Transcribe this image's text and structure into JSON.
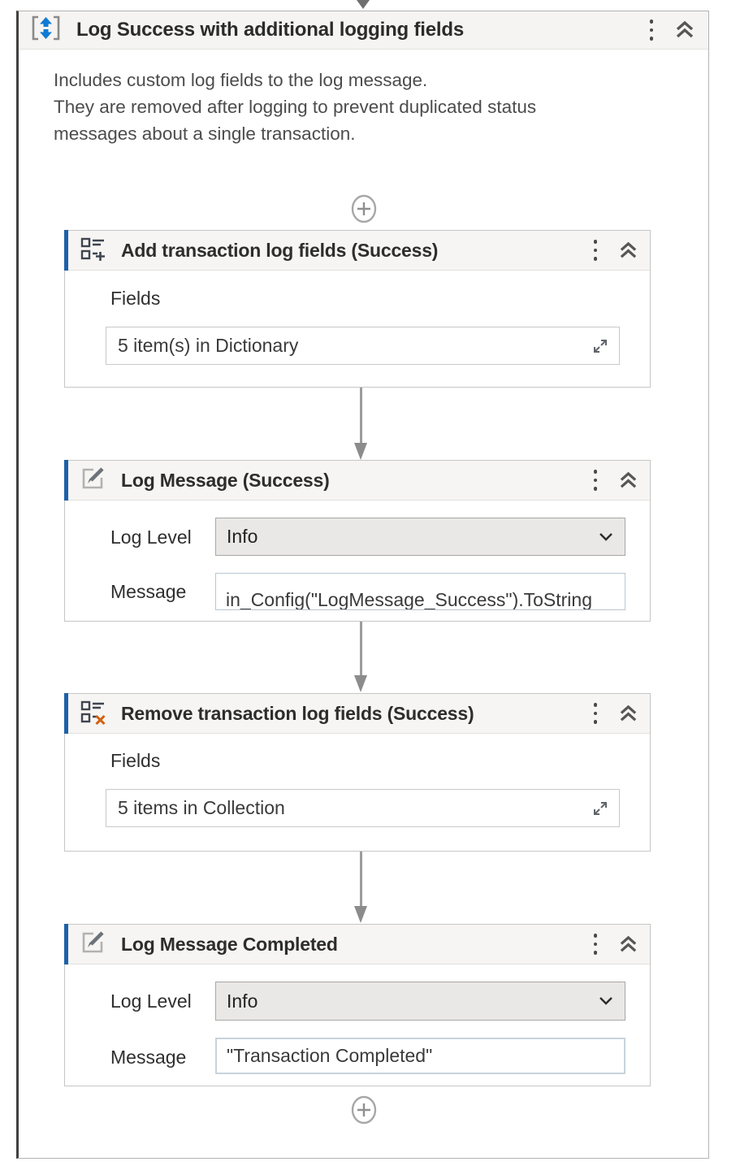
{
  "sequence": {
    "title": "Log Success with additional logging fields",
    "annotation": {
      "line1": "Includes custom log fields to the log message.",
      "line2": "They are removed after logging to prevent duplicated status messages about a single transaction."
    }
  },
  "cards": {
    "add_fields": {
      "title": "Add transaction log fields (Success)",
      "fields_label": "Fields",
      "fields_value": "5 item(s) in Dictionary"
    },
    "log_success": {
      "title": "Log Message (Success)",
      "level_label": "Log Level",
      "level_value": "Info",
      "message_label": "Message",
      "message_value": "in_Config(\"LogMessage_Success\").ToString"
    },
    "remove_fields": {
      "title": "Remove transaction log fields (Success)",
      "fields_label": "Fields",
      "fields_value": "5 items in Collection"
    },
    "log_completed": {
      "title": "Log Message Completed",
      "level_label": "Log Level",
      "level_value": "Info",
      "message_label": "Message",
      "message_value": "\"Transaction Completed\""
    }
  },
  "icons": {
    "sequence": "sequence-brackets-arrows-icon",
    "add_fields": "add-log-fields-icon",
    "remove_fields": "remove-log-fields-icon",
    "log_message": "pencil-note-icon",
    "menu": "vertical-ellipsis-icon",
    "collapse": "double-chevron-up-icon",
    "dropdown": "chevron-down-icon",
    "expand": "expand-corners-icon",
    "add_activity": "plus-circle-icon",
    "flow_arrow": "down-arrow-connector"
  },
  "colors": {
    "accent_blue": "#1d61a8",
    "sequence_icon_blue": "#0f7bd4",
    "remove_x_orange": "#d2600f",
    "header_bg": "#f5f4f2",
    "card_border": "#c6c6c6",
    "container_left_border": "#404040",
    "arrow_gray": "#8c8c8c",
    "dropdown_bg": "#e9e8e6"
  }
}
